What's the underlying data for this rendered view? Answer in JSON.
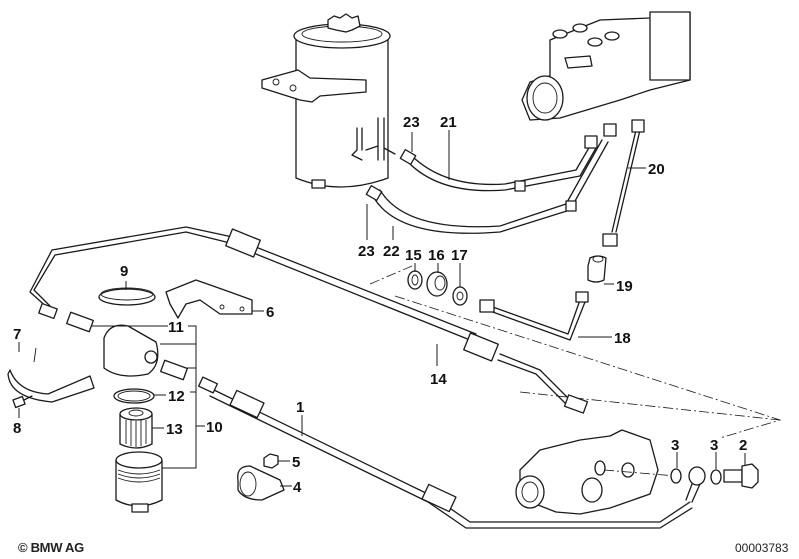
{
  "diagram": {
    "title": "Power steering hydraulic lines, reservoir, filter and pump",
    "callouts": [
      {
        "id": "c1",
        "label": "1",
        "part": "hose-line"
      },
      {
        "id": "c2",
        "label": "2",
        "part": "banjo-bolt"
      },
      {
        "id": "c3a",
        "label": "3",
        "part": "sealing-ring"
      },
      {
        "id": "c3b",
        "label": "3",
        "part": "sealing-ring"
      },
      {
        "id": "c4",
        "label": "4",
        "part": "hose-clamp"
      },
      {
        "id": "c5",
        "label": "5",
        "part": "hex-nut"
      },
      {
        "id": "c6",
        "label": "6",
        "part": "bracket"
      },
      {
        "id": "c7",
        "label": "7",
        "part": "clamp-strap"
      },
      {
        "id": "c8",
        "label": "8",
        "part": "screw"
      },
      {
        "id": "c9",
        "label": "9",
        "part": "ring"
      },
      {
        "id": "c10",
        "label": "10",
        "part": "filter-assembly"
      },
      {
        "id": "c11",
        "label": "11",
        "part": "adapter-fitting"
      },
      {
        "id": "c12",
        "label": "12",
        "part": "o-ring"
      },
      {
        "id": "c13",
        "label": "13",
        "part": "filter-element"
      },
      {
        "id": "c14",
        "label": "14",
        "part": "pressure-hose"
      },
      {
        "id": "c15",
        "label": "15",
        "part": "seal"
      },
      {
        "id": "c16",
        "label": "16",
        "part": "damper"
      },
      {
        "id": "c17",
        "label": "17",
        "part": "washer"
      },
      {
        "id": "c18",
        "label": "18",
        "part": "pipe"
      },
      {
        "id": "c19",
        "label": "19",
        "part": "rubber-grommet"
      },
      {
        "id": "c20",
        "label": "20",
        "part": "pressure-pipe"
      },
      {
        "id": "c21",
        "label": "21",
        "part": "return-hose"
      },
      {
        "id": "c22",
        "label": "22",
        "part": "suction-hose"
      },
      {
        "id": "c23a",
        "label": "23",
        "part": "hose-clip"
      },
      {
        "id": "c23b",
        "label": "23",
        "part": "hose-clip"
      }
    ]
  },
  "footer": {
    "copyright": "© BMW AG",
    "document_number": "00003783"
  }
}
